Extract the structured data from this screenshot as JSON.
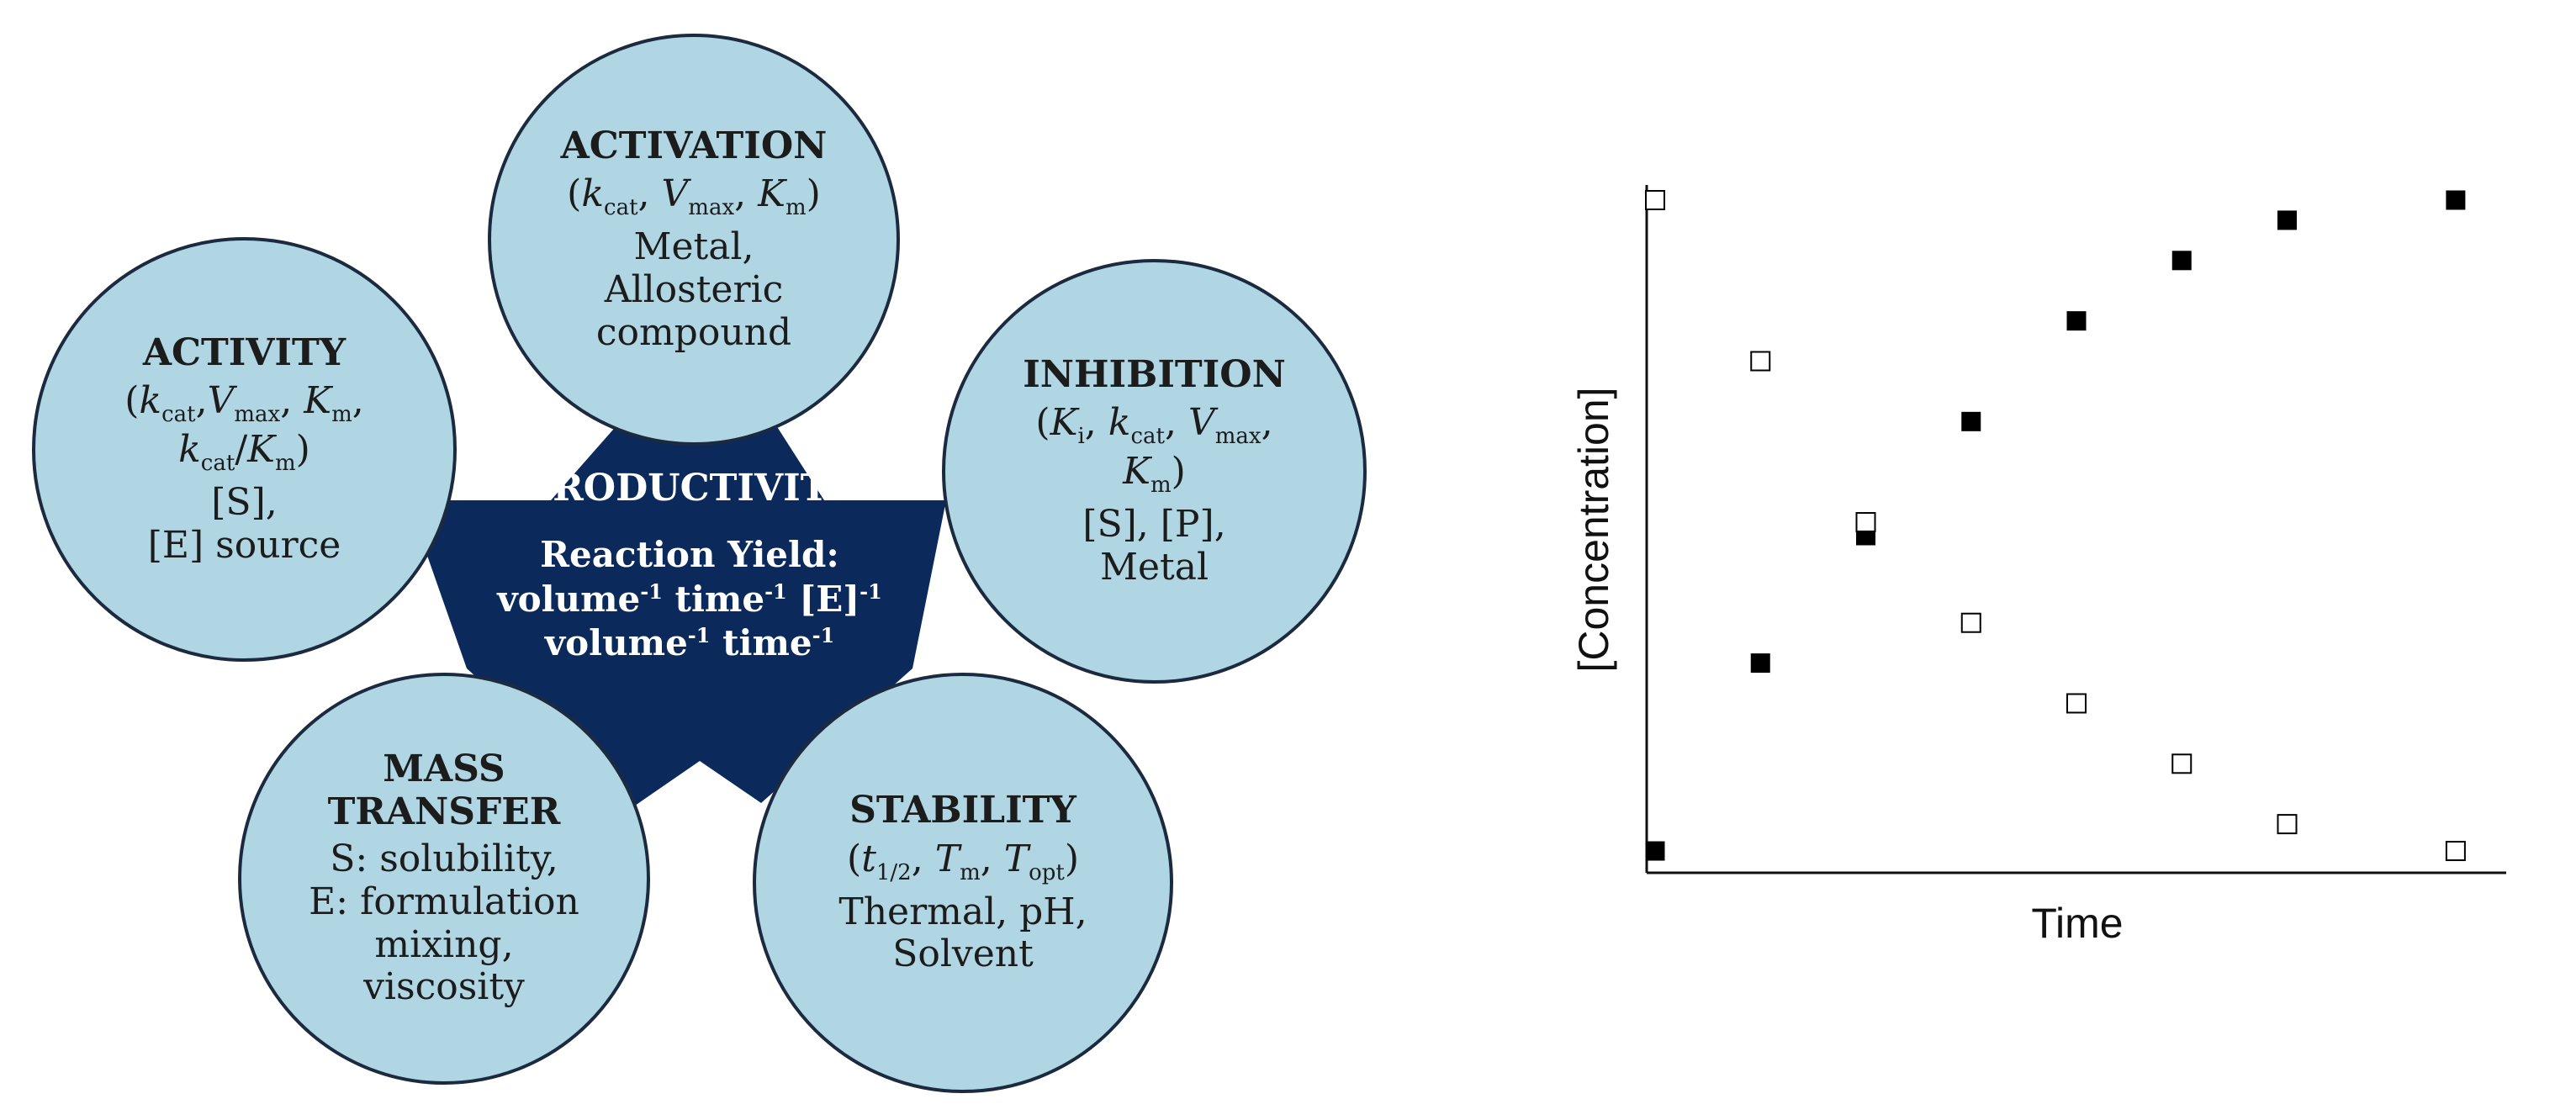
{
  "diagram": {
    "center": {
      "title": "PRODUCTIVITY",
      "line1": "Reaction Yield:",
      "line2_a": "volume",
      "line2_b": " time",
      "line2_c": " [E]",
      "line3_a": "volume",
      "line3_b": " time",
      "exponent": "-1",
      "color": "#0b2a5b"
    },
    "activation": {
      "title": "ACTIVATION",
      "p_kcat": "k",
      "p_kcat_sub": "cat",
      "p_vmax": "V",
      "p_vmax_sub": "max",
      "p_km": "K",
      "p_km_sub": "m",
      "body1": "Metal,",
      "body2": "Allosteric",
      "body3": "compound"
    },
    "activity": {
      "title": "ACTIVITY",
      "p_kcat": "k",
      "p_kcat_sub": "cat",
      "p_vmax": "V",
      "p_vmax_sub": "max",
      "p_km": "K",
      "p_km_sub": "m",
      "p_ratio_k": "k",
      "p_ratio_sub": "cat",
      "p_ratio_km": "K",
      "p_ratio_km_sub": "m",
      "body1": "[S],",
      "body2": "[E] source"
    },
    "inhibition": {
      "title": "INHIBITION",
      "p_ki": "K",
      "p_ki_sub": "i",
      "p_kcat": "k",
      "p_kcat_sub": "cat",
      "p_vmax": "V",
      "p_vmax_sub": "max",
      "p_km": "K",
      "p_km_sub": "m",
      "body1": "[S], [P],",
      "body2": "Metal"
    },
    "mass_transfer": {
      "title1": "MASS",
      "title2": "TRANSFER",
      "body1": "S: solubility,",
      "body2": "E: formulation",
      "body3": "mixing,",
      "body4": "viscosity"
    },
    "stability": {
      "title": "STABILITY",
      "p_t": "t",
      "p_t_sub": "1/2",
      "p_tm": "T",
      "p_tm_sub": "m",
      "p_topt": "T",
      "p_topt_sub": "opt",
      "body1": "Thermal, pH,",
      "body2": "Solvent"
    },
    "bubble_color": "#b0d5e3"
  },
  "chart_data": {
    "type": "scatter",
    "xlabel": "Time",
    "ylabel": "[Concentration]",
    "xlim": [
      0,
      8
    ],
    "ylim": [
      0,
      10
    ],
    "grid": false,
    "series": [
      {
        "marker": "filled-square",
        "color": "#000000",
        "x": [
          0,
          1,
          2,
          3,
          4,
          5,
          6,
          7.6
        ],
        "y": [
          0.2,
          3.0,
          4.9,
          6.6,
          8.1,
          9.0,
          9.6,
          9.9
        ]
      },
      {
        "marker": "open-square",
        "color": "#000000",
        "x": [
          0,
          1,
          2,
          3,
          4,
          5,
          6,
          7.6
        ],
        "y": [
          9.9,
          7.5,
          5.1,
          3.6,
          2.4,
          1.5,
          0.6,
          0.2
        ]
      }
    ]
  }
}
